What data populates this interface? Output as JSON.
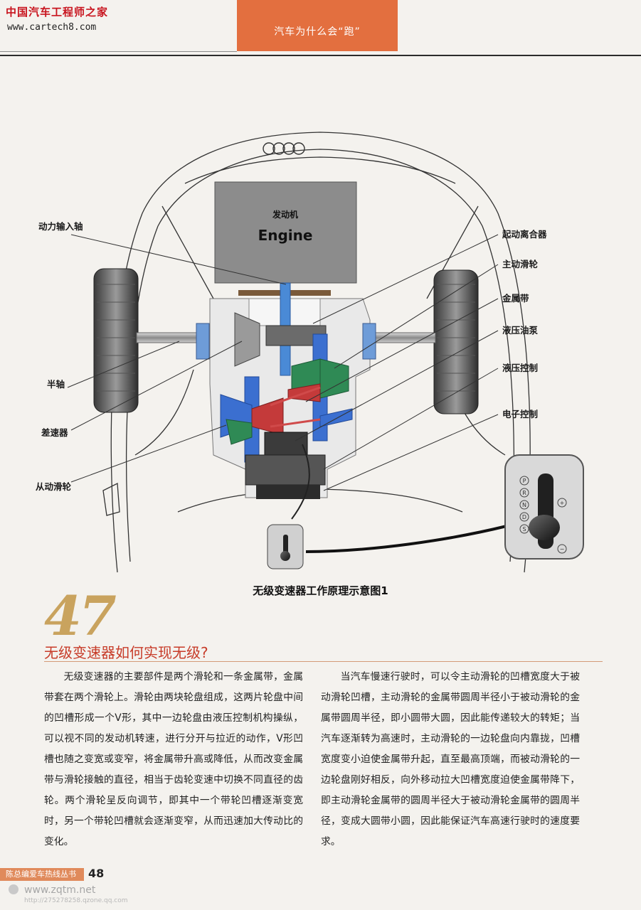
{
  "header": {
    "brand_cn": "中国汽车工程师之家",
    "brand_url": "www.cartech8.com",
    "section_title": "汽车为什么会“跑”"
  },
  "diagram": {
    "engine_label_cn": "发动机",
    "engine_label_en": "Engine",
    "gear_positions": [
      "P",
      "R",
      "N",
      "D",
      "S"
    ],
    "labels_left": [
      "动力输入轴",
      "半轴",
      "差速器",
      "从动滑轮"
    ],
    "labels_right": [
      "起动离合器",
      "主动滑轮",
      "金属带",
      "液压油泵",
      "液压控制",
      "电子控制"
    ],
    "shifter_symbols": [
      "+",
      "−"
    ],
    "colors": {
      "pulley_blue": "#3b6fd0",
      "pulley_red": "#c43a3a",
      "pulley_green": "#2f8a55",
      "engine_gray": "#8c8c8c"
    }
  },
  "caption": "无级变速器工作原理示意图1",
  "question": {
    "number": "47",
    "title": "无级变速器如何实现无级?"
  },
  "body": {
    "left_paragraph": "无级变速器的主要部件是两个滑轮和一条金属带，金属带套在两个滑轮上。滑轮由两块轮盘组成，这两片轮盘中间的凹槽形成一个V形，其中一边轮盘由液压控制机构操纵，可以视不同的发动机转速，进行分开与拉近的动作，V形凹槽也随之变宽或变窄，将金属带升高或降低，从而改变金属带与滑轮接触的直径，相当于齿轮变速中切换不同直径的齿轮。两个滑轮呈反向调节，即其中一个带轮凹槽逐渐变宽时，另一个带轮凹槽就会逐渐变窄，从而迅速加大传动比的变化。",
    "right_paragraph": "当汽车慢速行驶时，可以令主动滑轮的凹槽宽度大于被动滑轮凹槽，主动滑轮的金属带圆周半径小于被动滑轮的金属带圆周半径，即小圆带大圆，因此能传递较大的转矩；当汽车逐渐转为高速时，主动滑轮的一边轮盘向内靠拢，凹槽宽度变小迫使金属带升起，直至最高顶端，而被动滑轮的一边轮盘刚好相反，向外移动拉大凹槽宽度迫使金属带降下，即主动滑轮金属带的圆周半径大于被动滑轮金属带的圆周半径，变成大圆带小圆，因此能保证汽车高速行驶时的速度要求。"
  },
  "footer": {
    "series_tag": "陈总编爱车热线丛书",
    "page_number": "48",
    "watermark_site": "www.zqtm.net",
    "watermark_url": "http://275278258.qzone.qq.com"
  }
}
